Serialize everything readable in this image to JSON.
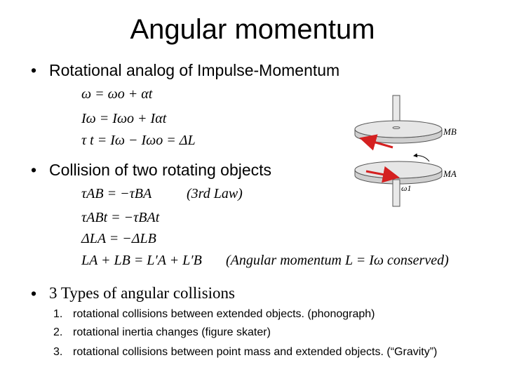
{
  "title": "Angular momentum",
  "bullets": [
    "Rotational analog of Impulse-Momentum",
    "Collision of two rotating objects",
    "3 Types of angular collisions"
  ],
  "equations_group1": [
    "ω = ωo + αt",
    "Iω = Iωo + Iαt",
    "τ t = Iω − Iωo = ΔL"
  ],
  "equations_group2": [
    "τAB = −τBA",
    "τABt = −τBAt",
    "ΔLA = −ΔLB",
    "LA + LB = L′A + L′B"
  ],
  "notes": {
    "third_law": "(3rd Law)",
    "conserved": "(Angular momentum L = Iω conserved)"
  },
  "collision_types": [
    {
      "num": "1.",
      "text": "rotational collisions between extended objects. (phonograph)"
    },
    {
      "num": "2.",
      "text": "rotational inertia changes (figure skater)"
    },
    {
      "num": "3.",
      "text": "rotational collisions between point mass and extended objects. (“Gravity”)"
    }
  ],
  "figure_labels": {
    "mass_b": "MB",
    "mass_a": "MA",
    "omega": "ω1"
  },
  "colors": {
    "arrow": "#d42020",
    "disk_fill": "#e6e6e6",
    "disk_edge": "#555555"
  }
}
